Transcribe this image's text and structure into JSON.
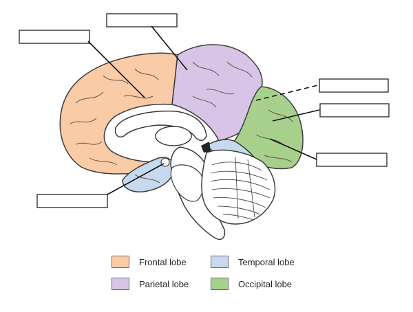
{
  "colors": {
    "frontal": "#f9cba7",
    "parietal": "#d7c4e6",
    "temporal": "#c7d9ee",
    "occipital": "#a8d08d",
    "outline": "#3a3a3a"
  },
  "legend": {
    "frontal": "Frontal lobe",
    "temporal": "Temporal lobe",
    "parietal": "Parietal lobe",
    "occipital": "Occipital lobe"
  },
  "label_boxes": [
    "",
    "",
    "",
    "",
    "",
    ""
  ]
}
